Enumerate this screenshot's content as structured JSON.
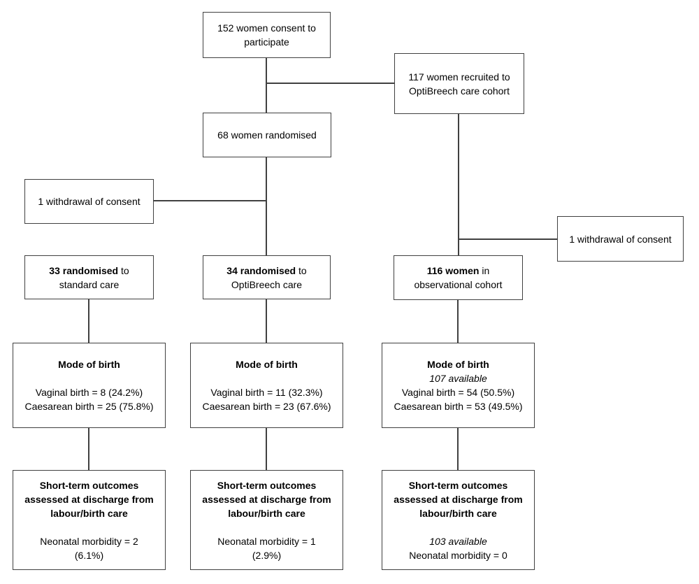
{
  "diagram": {
    "colors": {
      "box_border": "#404040",
      "connector": "#404040",
      "background": "#ffffff",
      "text": "#000000"
    },
    "boxes": {
      "consent": {
        "lines": [
          [
            {
              "t": "152 women consent to"
            }
          ],
          [
            {
              "t": "participate"
            }
          ]
        ]
      },
      "recruited": {
        "lines": [
          [
            {
              "t": "117 women recruited to"
            }
          ],
          [
            {
              "t": "OptiBreech care cohort"
            }
          ]
        ]
      },
      "randomised": {
        "lines": [
          [
            {
              "t": "68 women randomised"
            }
          ]
        ]
      },
      "withdrawal_left": {
        "lines": [
          [
            {
              "t": "1 withdrawal of consent"
            }
          ]
        ]
      },
      "withdrawal_right": {
        "lines": [
          [
            {
              "t": "1 withdrawal of consent"
            }
          ]
        ]
      },
      "standard_arm": {
        "lines": [
          [
            {
              "t": "33 randomised",
              "b": true
            },
            {
              "t": " to"
            }
          ],
          [
            {
              "t": "standard care"
            }
          ]
        ]
      },
      "optibreech_arm": {
        "lines": [
          [
            {
              "t": "34 randomised",
              "b": true
            },
            {
              "t": " to"
            }
          ],
          [
            {
              "t": "OptiBreech care"
            }
          ]
        ]
      },
      "observational": {
        "lines": [
          [
            {
              "t": "116 women",
              "b": true
            },
            {
              "t": " in"
            }
          ],
          [
            {
              "t": "observational cohort"
            }
          ]
        ]
      },
      "mode_standard": {
        "lines": [
          [
            {
              "t": "Mode of birth",
              "b": true
            }
          ],
          [],
          [
            {
              "t": "Vaginal birth = 8 (24.2%)"
            }
          ],
          [
            {
              "t": "Caesarean birth = 25 (75.8%)"
            }
          ]
        ]
      },
      "mode_optibreech": {
        "lines": [
          [
            {
              "t": "Mode of birth",
              "b": true
            }
          ],
          [],
          [
            {
              "t": "Vaginal birth = 11 (32.3%)"
            }
          ],
          [
            {
              "t": "Caesarean birth = 23 (67.6%)"
            }
          ]
        ]
      },
      "mode_observational": {
        "lines": [
          [
            {
              "t": "Mode of birth",
              "b": true
            }
          ],
          [
            {
              "t": "107 available",
              "i": true
            }
          ],
          [
            {
              "t": "Vaginal birth = 54 (50.5%)"
            }
          ],
          [
            {
              "t": "Caesarean birth = 53 (49.5%)"
            }
          ]
        ]
      },
      "outcomes_standard": {
        "lines": [
          [
            {
              "t": "Short-term outcomes",
              "b": true
            }
          ],
          [
            {
              "t": "assessed at discharge from",
              "b": true
            }
          ],
          [
            {
              "t": "labour/birth care",
              "b": true
            }
          ],
          [],
          [
            {
              "t": "Neonatal morbidity = 2"
            }
          ],
          [
            {
              "t": "(6.1%)"
            }
          ]
        ]
      },
      "outcomes_optibreech": {
        "lines": [
          [
            {
              "t": "Short-term outcomes",
              "b": true
            }
          ],
          [
            {
              "t": "assessed at discharge from",
              "b": true
            }
          ],
          [
            {
              "t": "labour/birth care",
              "b": true
            }
          ],
          [],
          [
            {
              "t": "Neonatal morbidity = 1"
            }
          ],
          [
            {
              "t": "(2.9%)"
            }
          ]
        ]
      },
      "outcomes_observational": {
        "lines": [
          [
            {
              "t": "Short-term outcomes",
              "b": true
            }
          ],
          [
            {
              "t": "assessed at discharge from",
              "b": true
            }
          ],
          [
            {
              "t": "labour/birth care",
              "b": true
            }
          ],
          [],
          [
            {
              "t": "103 available",
              "i": true
            }
          ],
          [
            {
              "t": "Neonatal morbidity = 0"
            }
          ]
        ]
      }
    }
  }
}
